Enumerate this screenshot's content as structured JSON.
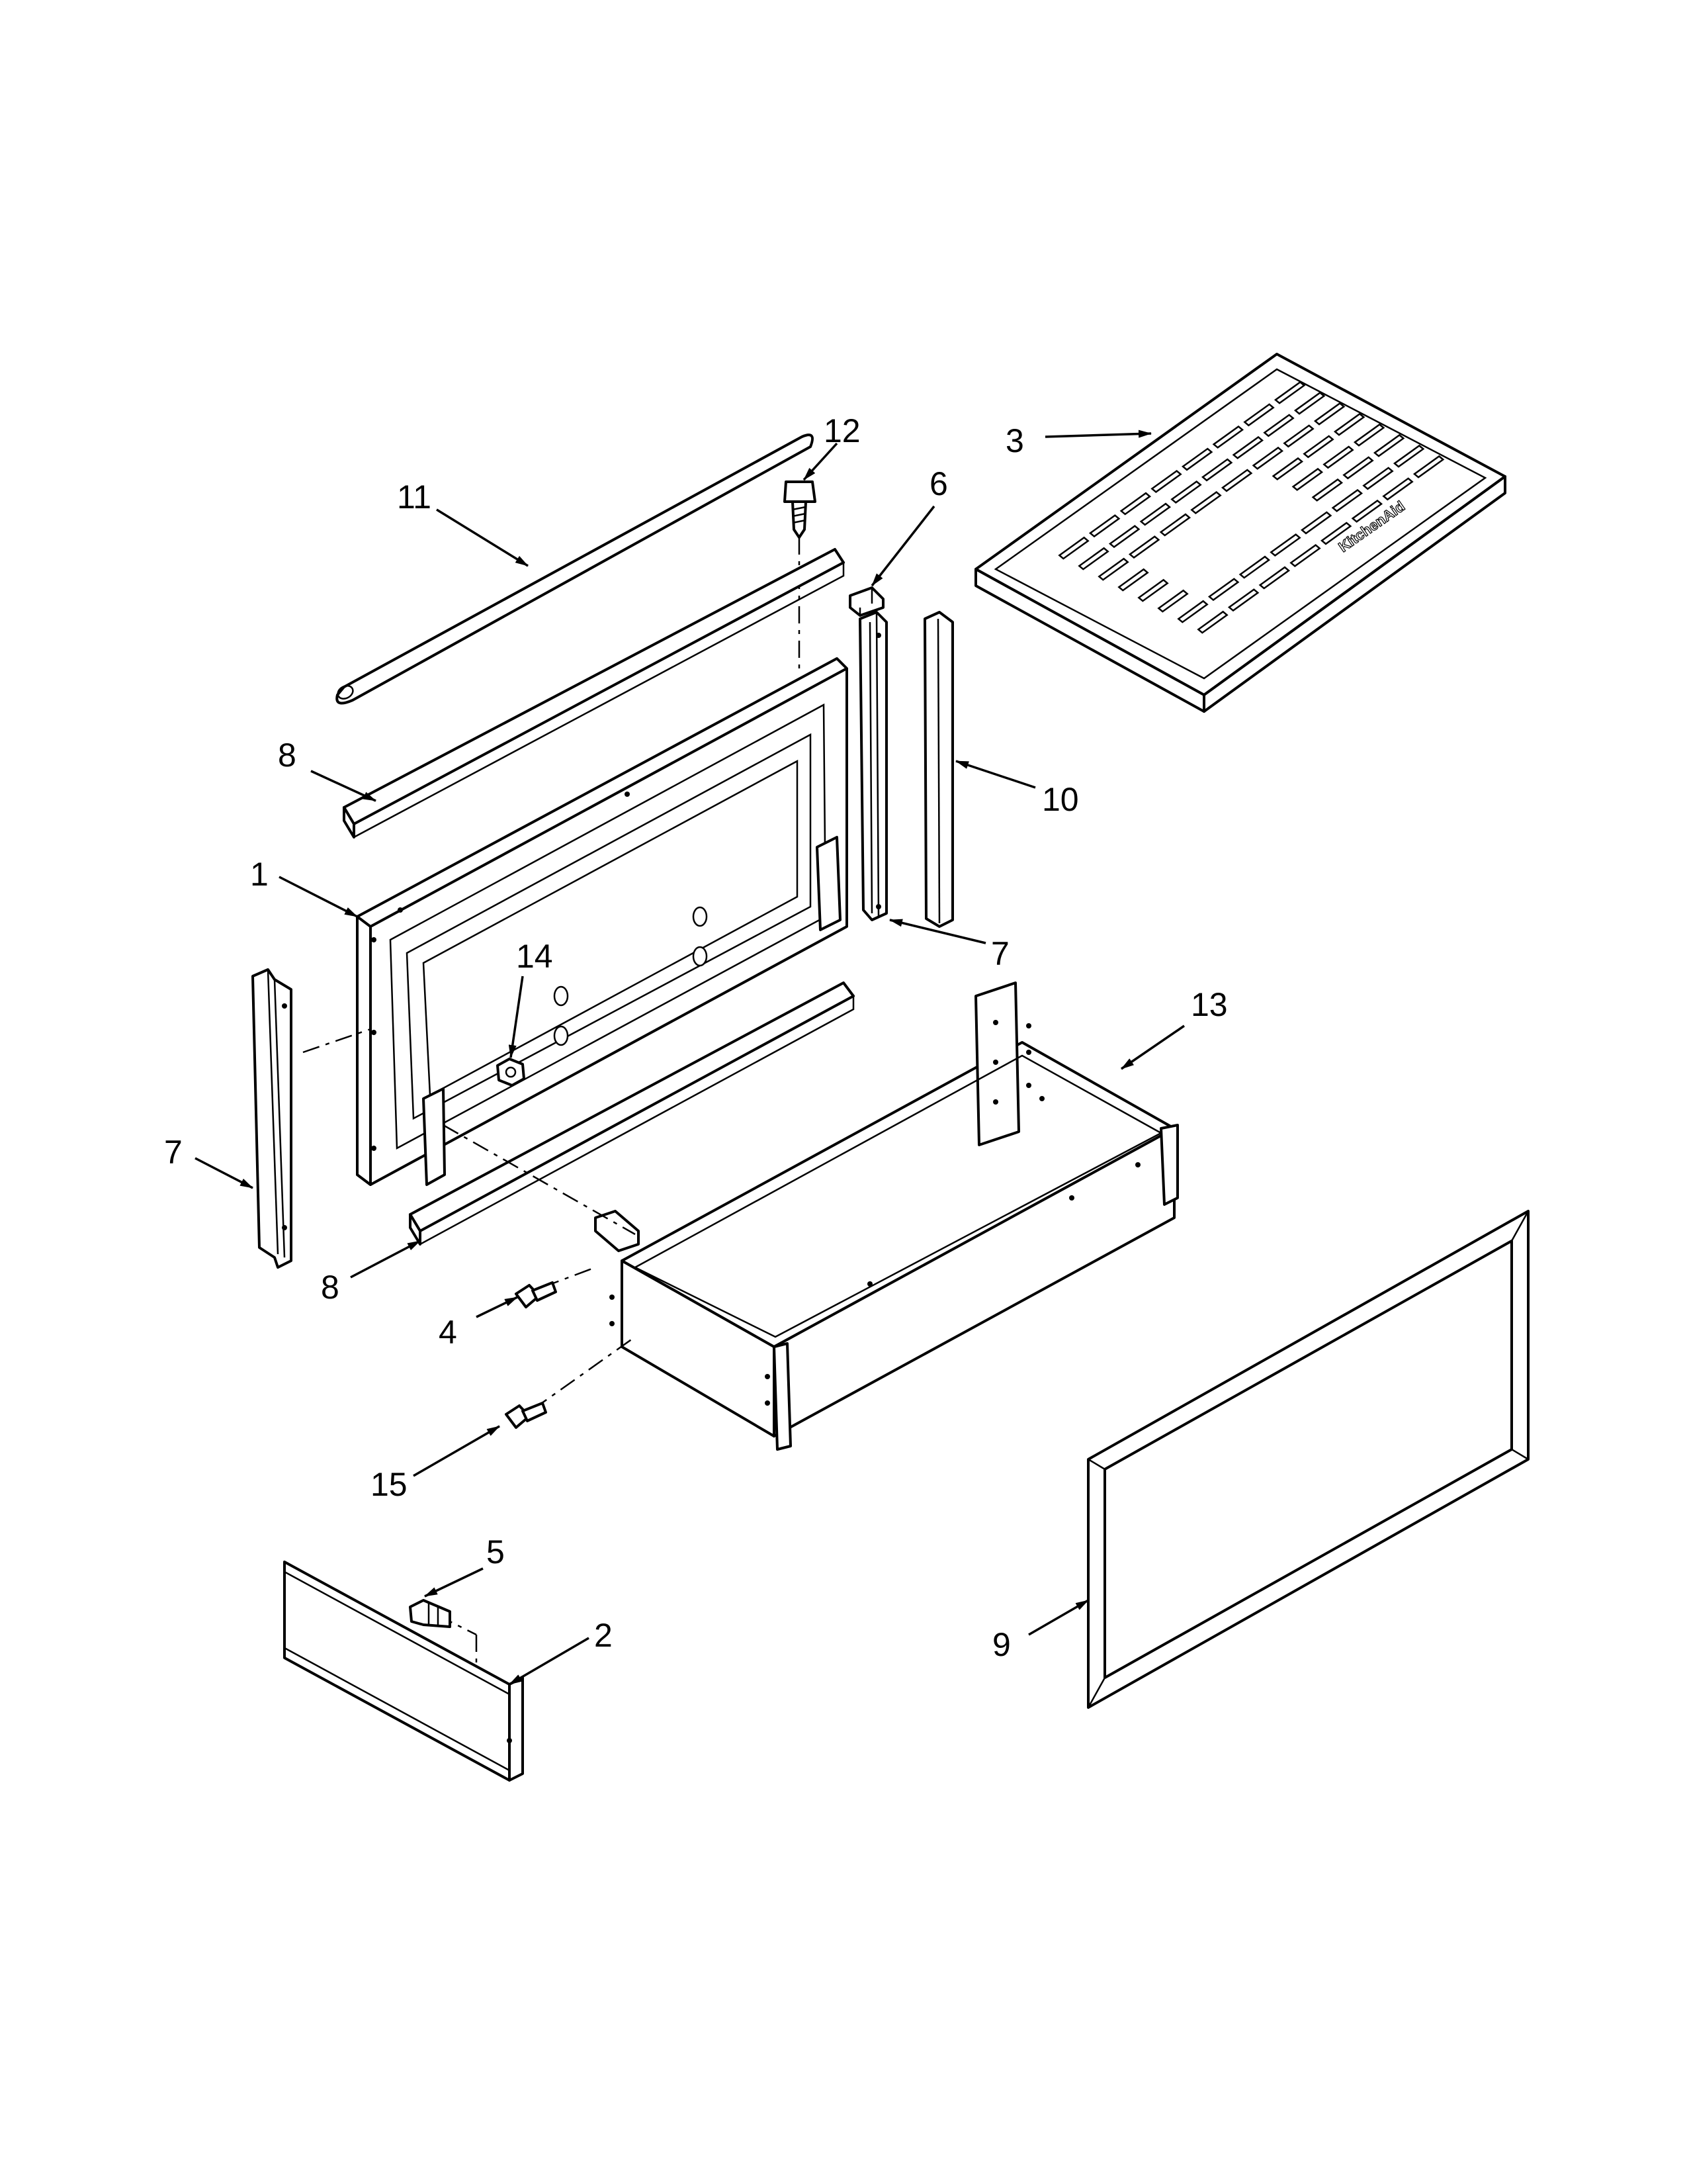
{
  "diagram": {
    "brand_mark": "KitchenAid",
    "callouts": [
      {
        "id": "c1",
        "label": "1"
      },
      {
        "id": "c2",
        "label": "2"
      },
      {
        "id": "c3",
        "label": "3"
      },
      {
        "id": "c4",
        "label": "4"
      },
      {
        "id": "c5",
        "label": "5"
      },
      {
        "id": "c6",
        "label": "6"
      },
      {
        "id": "c7a",
        "label": "7"
      },
      {
        "id": "c7b",
        "label": "7"
      },
      {
        "id": "c8a",
        "label": "8"
      },
      {
        "id": "c8b",
        "label": "8"
      },
      {
        "id": "c9",
        "label": "9"
      },
      {
        "id": "c10",
        "label": "10"
      },
      {
        "id": "c11",
        "label": "11"
      },
      {
        "id": "c12",
        "label": "12"
      },
      {
        "id": "c13",
        "label": "13"
      },
      {
        "id": "c14",
        "label": "14"
      },
      {
        "id": "c15",
        "label": "15"
      }
    ]
  }
}
